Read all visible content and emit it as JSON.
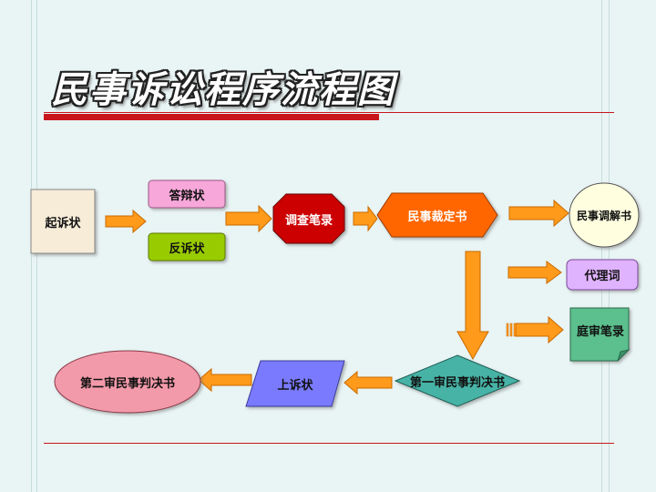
{
  "title": "民事诉讼程序流程图",
  "nodes": {
    "qisu": "起诉状",
    "dabian": "答辩状",
    "fansu": "反诉状",
    "diaocha": "调查笔录",
    "caiding": "民事裁定书",
    "tiaojie": "民事调解书",
    "daili": "代理词",
    "tingshen": "庭审笔录",
    "yishen": "第一审民事判决书",
    "shangsu": "上诉状",
    "ershen": "第二审民事判决书"
  },
  "colors": {
    "arrow": "#ff9a1a",
    "arrow_stroke": "#c86a00",
    "title_rule": "#c8161d",
    "dabian": "#f7a7d9",
    "fansu": "#99cc00",
    "diaocha": "#cc0000",
    "caiding": "#ff6600",
    "daili": "#e0b3ff",
    "tingshen": "#5cbf8e",
    "yishen": "#47b3a6",
    "shangsu": "#7a7aff",
    "ershen": "#f39aaa"
  }
}
